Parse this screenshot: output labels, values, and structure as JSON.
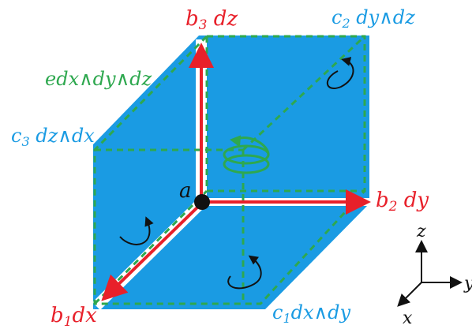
{
  "colors": {
    "plane": "#1a9be3",
    "plane_edge": "#ffffff",
    "dashed": "#2ea84f",
    "arrow": "#e8202a",
    "point": "#111111",
    "text_blue": "#1a9be3",
    "text_red": "#e8202a",
    "text_green": "#2ea84f",
    "text_black": "#111111"
  },
  "labels": {
    "b3": "b",
    "b3_sub": "3",
    "b3_tail": " dz",
    "c2": "c",
    "c2_sub": "2",
    "c2_tail": " dy∧dz",
    "e_form": "edx∧dy∧dz",
    "c3": "c",
    "c3_sub": "3",
    "c3_tail": " dz∧dx",
    "a": "a",
    "b2": "b",
    "b2_sub": "2",
    "b2_tail": " dy",
    "b1": "b",
    "b1_sub": "1",
    "b1_tail": "dx",
    "c1": "c",
    "c1_sub": "1",
    "c1_tail": "dx∧dy",
    "axis_z": "z",
    "axis_y": "y",
    "axis_x": "x"
  },
  "icons": {
    "orientation": "curved-arrow-icon",
    "volume_orientation": "helix-arrow-icon"
  }
}
